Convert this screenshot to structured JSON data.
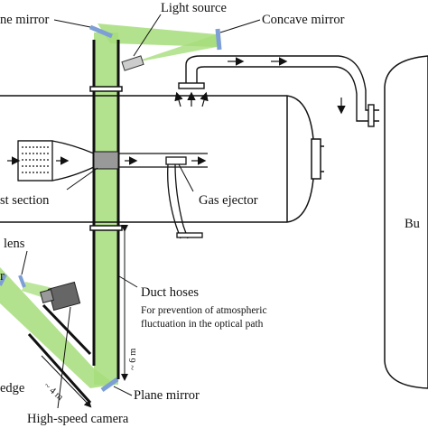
{
  "labels": {
    "light_source": "Light source",
    "concave_mirror": "Concave mirror",
    "plane_mirror_top": "ne mirror",
    "test_section": "st section",
    "gas_ejector": "Gas ejector",
    "lens": "lens",
    "duct_hoses": "Duct hoses",
    "duct_note_line1": "For prevention of atmospheric",
    "duct_note_line2": "fluctuation in the optical path",
    "plane_mirror_bottom": "Plane mirror",
    "edge": "edge",
    "high_speed_camera": "High-speed camera",
    "tank": "Bu",
    "dist_6m": "~ 6 m",
    "dist_4m": "~ 4 m",
    "left_cut": "r"
  },
  "colors": {
    "beam": "#a6dd7a",
    "beam_edge": "#7fc653",
    "mirror": "#7d9fd6",
    "line": "#111111"
  }
}
